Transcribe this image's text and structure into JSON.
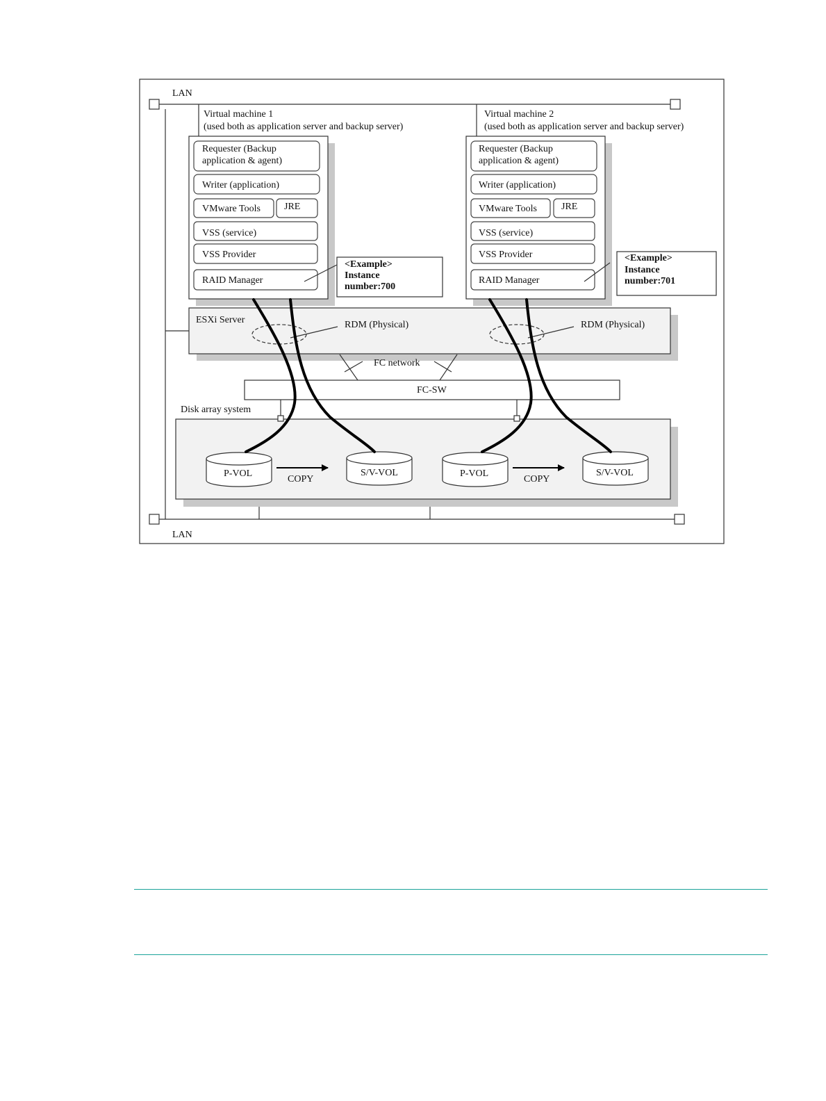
{
  "lan_top_label": "LAN",
  "lan_bottom_label": "LAN",
  "vm1": {
    "title_line1": "Virtual machine 1",
    "title_line2": "(used both as application server and backup server)",
    "requester_line1": "Requester (Backup",
    "requester_line2": "application & agent)",
    "writer": "Writer (application)",
    "vmware_tools": "VMware Tools",
    "jre": "JRE",
    "vss_service": "VSS (service)",
    "vss_provider": "VSS Provider",
    "raid_manager": "RAID Manager"
  },
  "vm2": {
    "title_line1": "Virtual machine 2",
    "title_line2": "(used both as application server and backup server)",
    "requester_line1": "Requester (Backup",
    "requester_line2": "application & agent)",
    "writer": "Writer (application)",
    "vmware_tools": "VMware Tools",
    "jre": "JRE",
    "vss_service": "VSS (service)",
    "vss_provider": "VSS Provider",
    "raid_manager": "RAID Manager"
  },
  "example1": {
    "line1": "<Example>",
    "line2": "Instance",
    "line3": "number:700"
  },
  "example2": {
    "line1": "<Example>",
    "line2": "Instance",
    "line3": "number:701"
  },
  "esxi_label": "ESXi Server",
  "rdm1_label": "RDM (Physical)",
  "rdm2_label": "RDM (Physical)",
  "fc_network_label": "FC network",
  "fc_sw_label": "FC-SW",
  "disk_array_label": "Disk array system",
  "pvol1_label": "P-VOL",
  "svol1_label": "S/V-VOL",
  "pvol2_label": "P-VOL",
  "svol2_label": "S/V-VOL",
  "copy1_label": "COPY",
  "copy2_label": "COPY"
}
